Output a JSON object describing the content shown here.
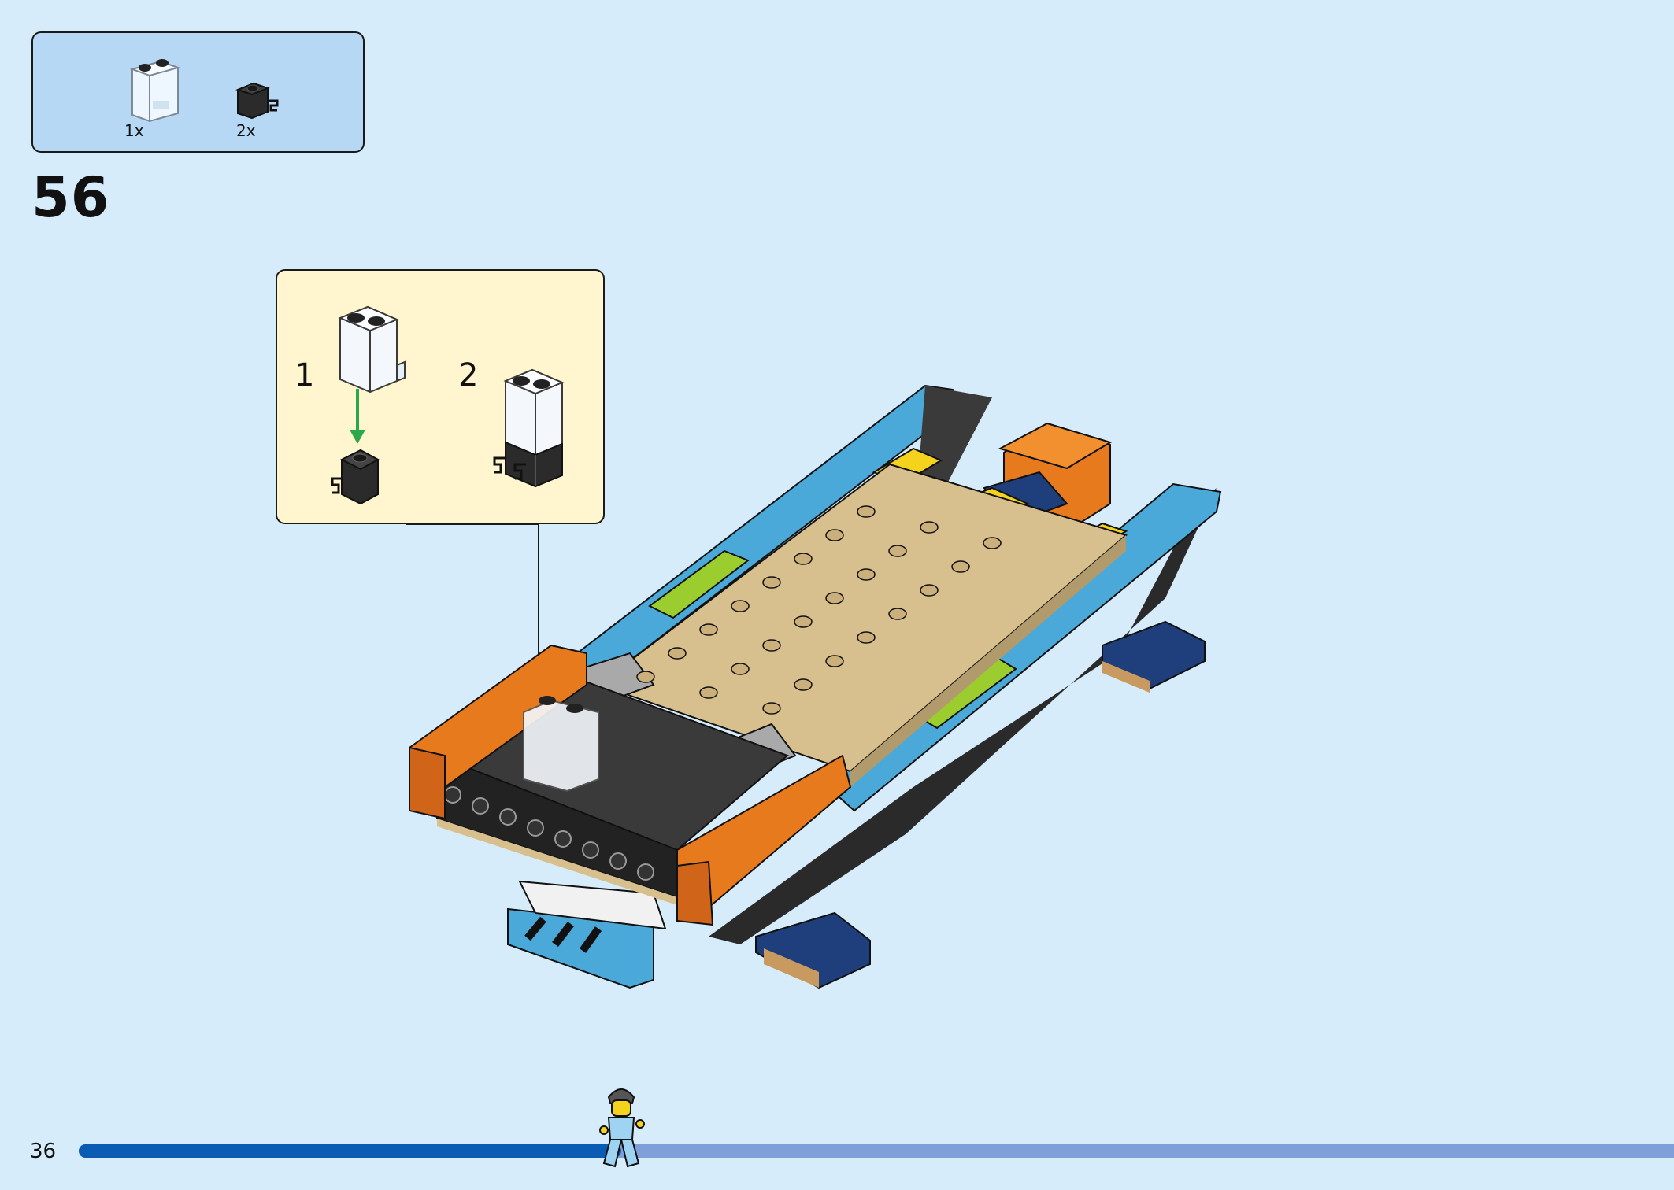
{
  "parts_list": {
    "items": [
      {
        "name": "transparent-panel-1x2x2",
        "quantity": "1x"
      },
      {
        "name": "black-brick-1x1-with-clip",
        "quantity": "2x"
      }
    ]
  },
  "step": {
    "number": "56"
  },
  "callout": {
    "sub_steps": [
      {
        "number": "1"
      },
      {
        "number": "2"
      }
    ]
  },
  "footer": {
    "page_number": "36",
    "progress": 0.34
  },
  "colors": {
    "background": "#d6ecfb",
    "parts_box": "#b7d8f5",
    "callout": "#fff6cf",
    "progress_fill": "#0a5bb3",
    "progress_track": "#7f9fd9",
    "arrow_green": "#2aa84a"
  }
}
